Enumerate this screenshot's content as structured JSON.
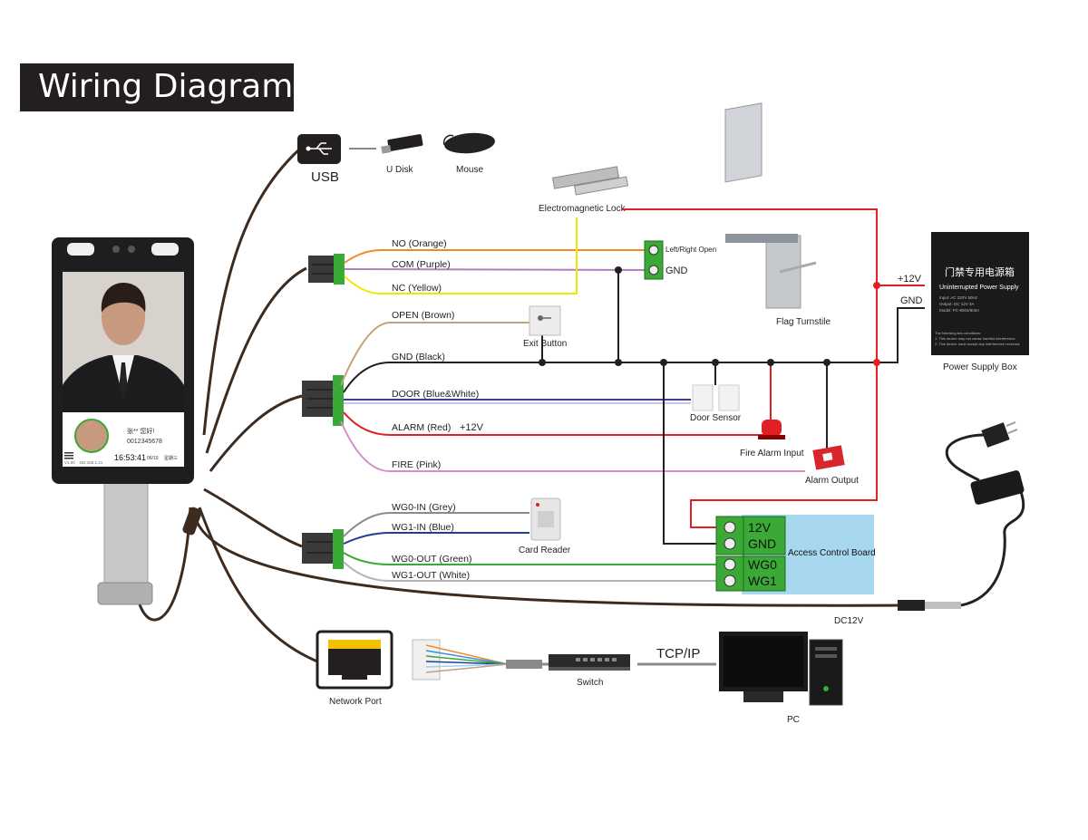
{
  "title": "Wiring Diagram",
  "usb": {
    "label": "USB",
    "udisk": "U Disk",
    "mouse": "Mouse"
  },
  "relay": {
    "lock_label": "Electromagnetic Lock",
    "no": "NO (Orange)",
    "com": "COM (Purple)",
    "nc": "NC (Yellow)",
    "terminal_top": "Left/Right Open",
    "terminal_bottom": "GND",
    "turnstile": "Flag Turnstile"
  },
  "io": {
    "open": "OPEN (Brown)",
    "gnd": "GND (Black)",
    "door": "DOOR (Blue&White)",
    "alarm": "ALARM (Red)",
    "alarm_v": "+12V",
    "fire": "FIRE (Pink)",
    "exit_button": "Exit Button",
    "door_sensor": "Door Sensor",
    "fire_alarm_input": "Fire Alarm Input",
    "alarm_output": "Alarm Output"
  },
  "power": {
    "plus12": "+12V",
    "gnd": "GND",
    "box_label": "Power Supply Box",
    "box_cn": "门禁专用电源箱",
    "box_en": "Uninterrupted Power Supply",
    "spec1": "Input: AC 220V 50Hz",
    "spec2": "Output: DC 12V 3A",
    "spec3": "Model: PC-8004/803A",
    "note1": "The following two conditions:",
    "note2": "1. This device may not cause harmful interference.",
    "note3": "2. This device must accept any interference received.",
    "dc": "DC12V"
  },
  "wiegand": {
    "wg0_in": "WG0-IN (Grey)",
    "wg1_in": "WG1-IN (Blue)",
    "wg0_out": "WG0-OUT (Green)",
    "wg1_out": "WG1-OUT (White)",
    "card_reader": "Card Reader"
  },
  "board": {
    "label": "Access Control Board",
    "t12v": "12V",
    "tgnd": "GND",
    "twg0": "WG0",
    "twg1": "WG1"
  },
  "network": {
    "port": "Network Port",
    "switch": "Switch",
    "protocol": "TCP/IP",
    "pc": "PC"
  },
  "device_screen": {
    "name": "张** 您好!",
    "id": "0012345678",
    "time": "16:53:41",
    "date": "06/19",
    "weekday": "星期三",
    "version": "V1.00",
    "ip": "192.168.1.21"
  },
  "colors": {
    "orange": "#f28c28",
    "purple": "#b27fc0",
    "yellow": "#f2e600",
    "brown": "#c2a27a",
    "black": "#231f20",
    "blue_white": "#3b3f9a",
    "red": "#e11f26",
    "pink": "#d98fc4",
    "grey": "#8a8a8a",
    "blue": "#1f3e99",
    "green": "#3aa935",
    "white_wire": "#b5b5b5",
    "power_red": "#e11f26",
    "board_bg": "#a8d8f0"
  }
}
